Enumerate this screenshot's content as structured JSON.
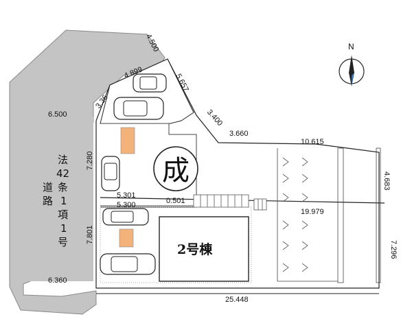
{
  "road": {
    "label_lines": [
      "法",
      "42",
      "条",
      "1",
      "項",
      "1",
      "号"
    ],
    "label_lines_2": [
      "道",
      "路"
    ]
  },
  "dimensions": {
    "top_4500": "4.500",
    "d_4899": "4.899",
    "d_5657": "5.657",
    "d_336": "3.36",
    "d_6500": "6.500",
    "d_3400": "3.400",
    "d_3660": "3.660",
    "d_10615": "10.615",
    "d_7280": "7.280",
    "d_4683": "4.683",
    "d_5301": "5.301",
    "d_0501": "0.501",
    "d_5300": "5.300",
    "d_19979": "19.979",
    "d_7801": "7.801",
    "d_7296": "7.296",
    "d_6360": "6.360",
    "d_25448": "25.448"
  },
  "building": {
    "label": "2号棟"
  },
  "stamp": {
    "label": "成"
  },
  "compass": {
    "label": "N"
  },
  "colors": {
    "road_gray": "#c4c4c4",
    "parking_orange": "#f2b27a",
    "line": "#222222"
  }
}
